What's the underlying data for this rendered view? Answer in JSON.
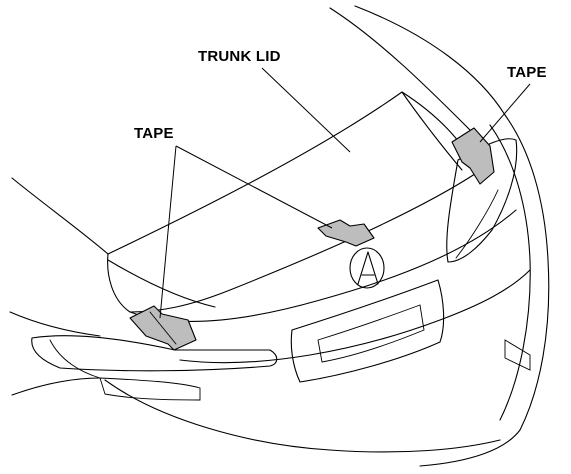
{
  "labels": {
    "trunk_lid": "TRUNK LID",
    "tape_left": "TAPE",
    "tape_right": "TAPE"
  }
}
